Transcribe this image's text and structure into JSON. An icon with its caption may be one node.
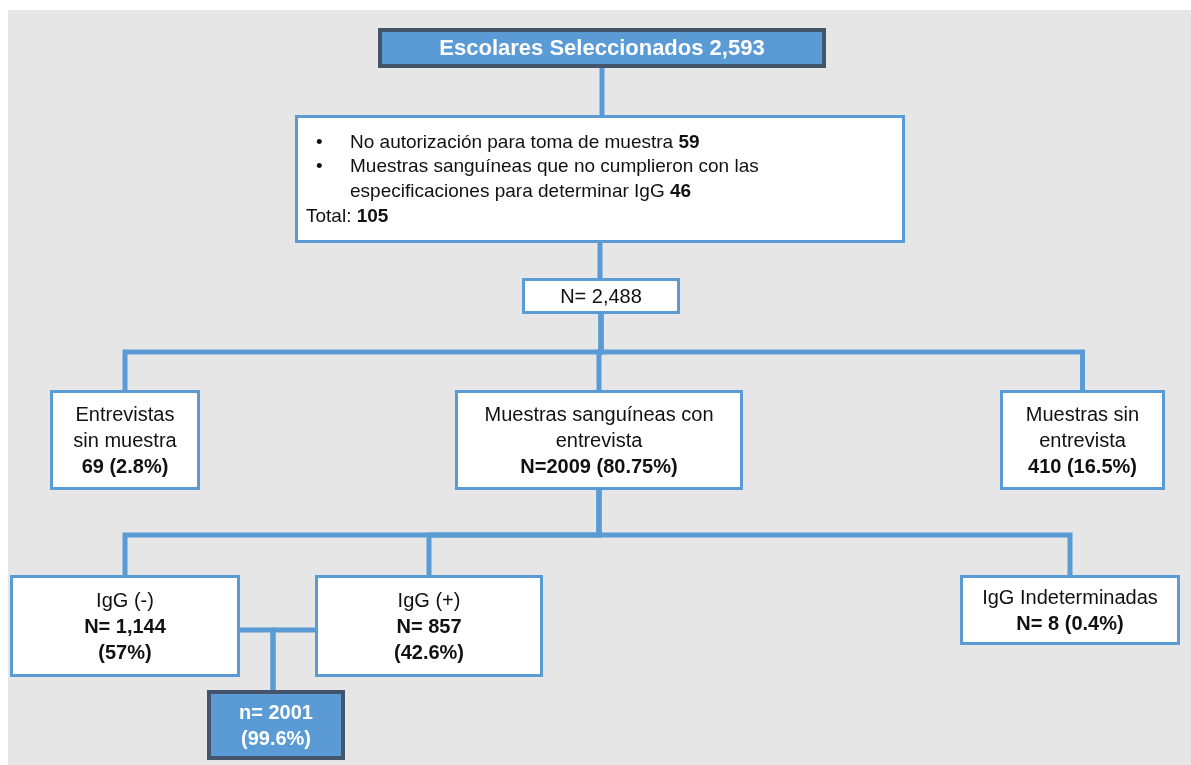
{
  "diagram": {
    "nodes": [
      {
        "text": [
          "Escolares Seleccionados 2,593"
        ]
      },
      {
        "text": [
          "No autorización para toma de muestra **59**",
          "Muestras sanguíneas que no cumplieron con las especificaciones para determinar IgG **46**",
          "Total: **105**"
        ]
      },
      {
        "text": [
          "N= 2,488"
        ]
      },
      {
        "text": [
          "Entrevistas sin muestra",
          "69 (2.8%)"
        ]
      },
      {
        "text": [
          "Muestras sanguíneas con entrevista",
          "N=2009 (80.75%)"
        ]
      },
      {
        "text": [
          "Muestras sin entrevista",
          "410 (16.5%)"
        ]
      },
      {
        "text": [
          "IgG (-)",
          "N= 1,144 (57%)"
        ]
      },
      {
        "text": [
          "IgG (+)",
          "N= 857 (42.6%)"
        ]
      },
      {
        "text": [
          "IgG Indeterminadas",
          "N= 8 (0.4%)"
        ]
      },
      {
        "text": [
          "n= 2001 (99.6%)"
        ]
      }
    ],
    "edges": [
      {
        "from": 0,
        "to": 1,
        "arrow": "none"
      },
      {
        "from": 1,
        "to": 2,
        "arrow": "none"
      },
      {
        "from": 2,
        "to": 3,
        "arrow": "none"
      },
      {
        "from": 2,
        "to": 4,
        "arrow": "none"
      },
      {
        "from": 2,
        "to": 5,
        "arrow": "none"
      },
      {
        "from": 4,
        "to": 6,
        "arrow": "none"
      },
      {
        "from": 4,
        "to": 7,
        "arrow": "none"
      },
      {
        "from": 4,
        "to": 8,
        "arrow": "none"
      },
      {
        "from": 6,
        "to": 9,
        "arrow": "none"
      },
      {
        "from": 7,
        "to": 9,
        "arrow": "none"
      }
    ],
    "labels": [
      "•",
      "•"
    ]
  }
}
